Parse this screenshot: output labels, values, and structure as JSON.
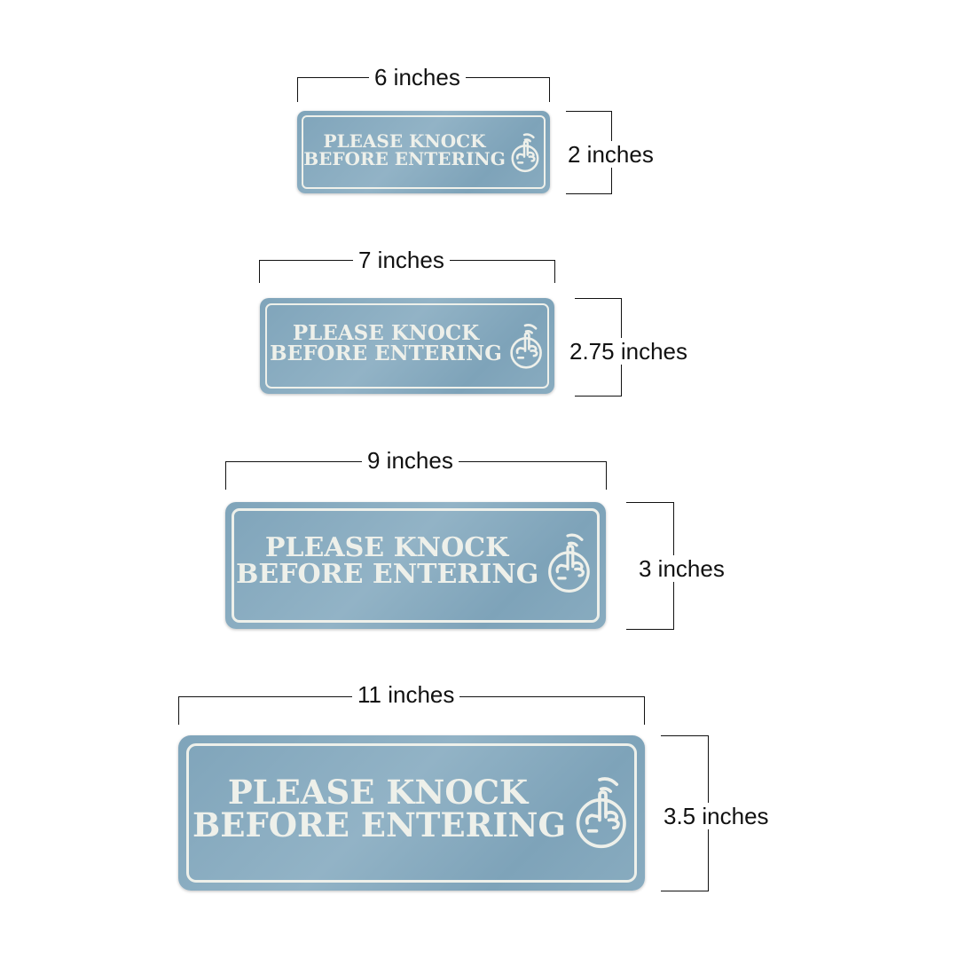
{
  "signs": [
    {
      "text_line1": "PLEASE KNOCK",
      "text_line2": "BEFORE ENTERING",
      "width_label": "6 inches",
      "height_label": "2 inches",
      "icon": "knocking-hand-icon"
    },
    {
      "text_line1": "PLEASE KNOCK",
      "text_line2": "BEFORE ENTERING",
      "width_label": "7 inches",
      "height_label": "2.75 inches",
      "icon": "knocking-hand-icon"
    },
    {
      "text_line1": "PLEASE KNOCK",
      "text_line2": "BEFORE ENTERING",
      "width_label": "9 inches",
      "height_label": "3 inches",
      "icon": "knocking-hand-icon"
    },
    {
      "text_line1": "PLEASE KNOCK",
      "text_line2": "BEFORE ENTERING",
      "width_label": "11 inches",
      "height_label": "3.5 inches",
      "icon": "knocking-hand-icon"
    }
  ],
  "colors": {
    "sign_blue": "#85a9be",
    "sign_text": "#eef0ea",
    "dimension_line": "#111111"
  }
}
